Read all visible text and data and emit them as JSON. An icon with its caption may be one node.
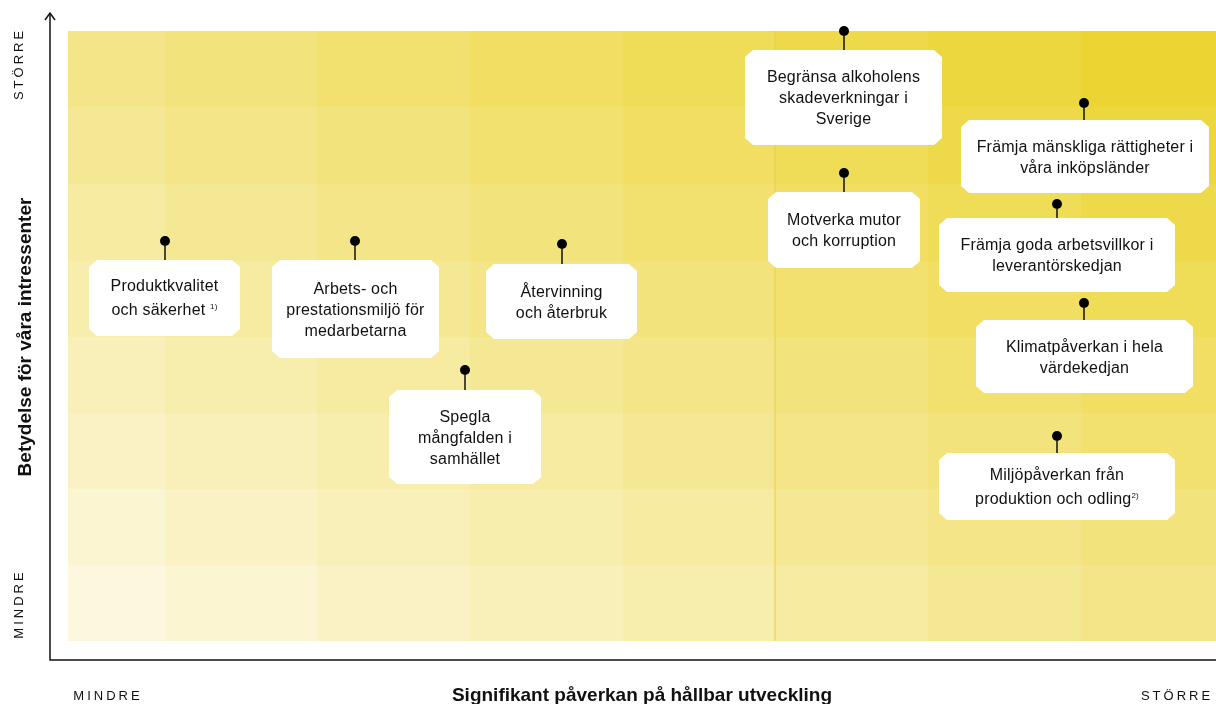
{
  "diagram": {
    "nodes": [
      {
        "text": [
          "Begränsa alkoholens skadeverkningar i Sverige"
        ]
      },
      {
        "text": [
          "Främja mänskliga rättigheter i våra inköpsländer"
        ]
      },
      {
        "text": [
          "Motverka mutor och korruption"
        ]
      },
      {
        "text": [
          "Främja goda arbetsvillkor i leverantörskedjan"
        ]
      },
      {
        "text": [
          "Produktkvalitet och säkerhet $^{1)}$"
        ]
      },
      {
        "text": [
          "Arbets- och prestationsmiljö för medarbetarna"
        ]
      },
      {
        "text": [
          "Återvinning och återbruk"
        ]
      },
      {
        "text": [
          "Klimatpåverkan i hela värdekedjan"
        ]
      },
      {
        "text": [
          "Spegla mångfalden i samhället"
        ]
      },
      {
        "text": [
          "Miljöpåverkan från produktion och odling$^{2)}$"
        ]
      },
      {
        "text": [],
        "shape": "circle"
      },
      {
        "text": [],
        "shape": "circle"
      },
      {
        "text": [],
        "shape": "circle"
      },
      {
        "text": [],
        "shape": "circle"
      },
      {
        "text": [],
        "shape": "circle"
      },
      {
        "text": [],
        "shape": "circle"
      },
      {
        "text": [],
        "shape": "circle"
      },
      {
        "text": [],
        "shape": "circle"
      },
      {
        "text": [],
        "shape": "circle"
      },
      {
        "text": [],
        "shape": "circle"
      }
    ],
    "edges": [
      {
        "from": 0,
        "to": 10,
        "arrow": "none"
      },
      {
        "from": 1,
        "to": 11,
        "arrow": "none"
      },
      {
        "from": 2,
        "to": 12,
        "arrow": "none"
      },
      {
        "from": 3,
        "to": 13,
        "arrow": "none"
      },
      {
        "from": 4,
        "to": 14,
        "arrow": "none"
      },
      {
        "from": 5,
        "to": 15,
        "arrow": "none"
      },
      {
        "from": 6,
        "to": 16,
        "arrow": "none"
      },
      {
        "from": 7,
        "to": 17,
        "arrow": "none"
      },
      {
        "from": 8,
        "to": 18,
        "arrow": "none"
      },
      {
        "from": 9,
        "to": 19,
        "arrow": "none"
      }
    ],
    "labels": [
      "STÖRRE",
      "Betydelse för våra intressenter",
      "MINDRE",
      "MINDRE",
      "Signifikant påverkan på hållbar utveckling",
      "STÖRRE"
    ]
  }
}
